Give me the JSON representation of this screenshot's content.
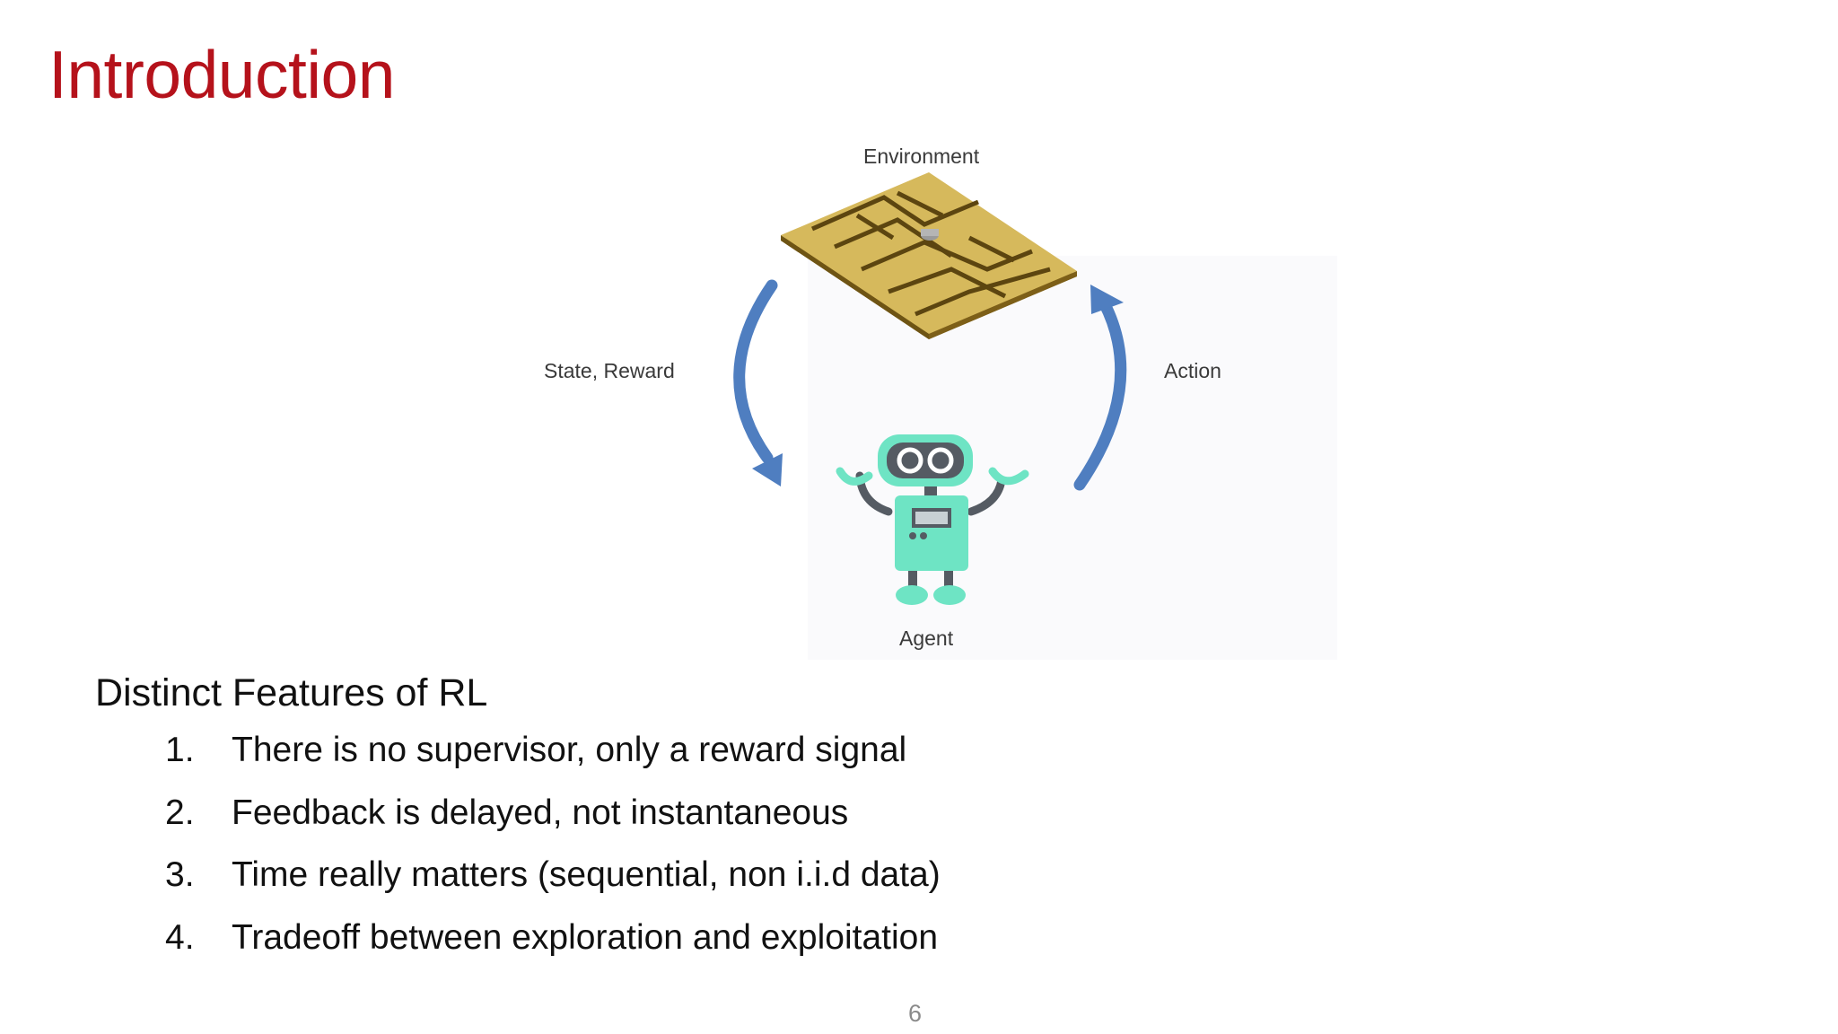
{
  "slide": {
    "title": "Introduction",
    "page_number": "6"
  },
  "diagram": {
    "environment_label": "Environment",
    "state_reward_label": "State, Reward",
    "action_label": "Action",
    "agent_label": "Agent",
    "arrow_color": "#4f7ec0",
    "robot_color": "#6ee4c4",
    "maze_color": "#c8a84e"
  },
  "features": {
    "heading": "Distinct Features of RL",
    "items": [
      {
        "num": "1.",
        "text": "There is no supervisor, only a reward signal"
      },
      {
        "num": "2.",
        "text": "Feedback is delayed, not instantaneous"
      },
      {
        "num": "3.",
        "text": "Time really matters (sequential, non i.i.d data)"
      },
      {
        "num": "4.",
        "text": "Tradeoff between exploration and exploitation"
      }
    ]
  }
}
